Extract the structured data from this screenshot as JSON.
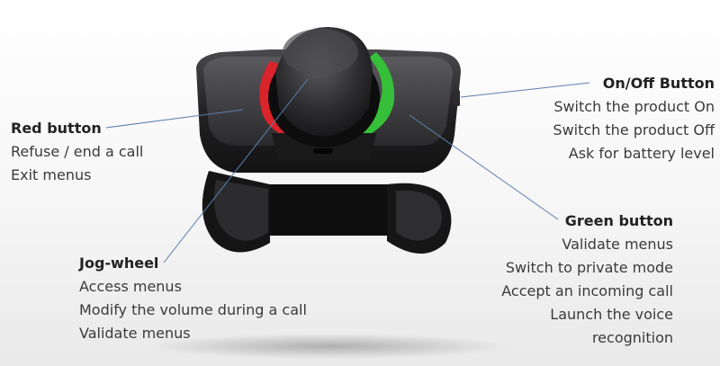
{
  "callouts": {
    "red_button": {
      "title": "Red button",
      "lines": [
        "Refuse / end a call",
        "Exit menus"
      ]
    },
    "onoff_button": {
      "title": "On/Off Button",
      "lines": [
        "Switch  the product On",
        "Switch the product Off",
        "Ask for battery level"
      ]
    },
    "green_button": {
      "title": "Green button",
      "lines": [
        "Validate menus",
        "Switch to private mode",
        "Accept an incoming call",
        "Launch the voice",
        "recognition"
      ]
    },
    "jog_wheel": {
      "title": "Jog-wheel",
      "lines": [
        "Access menus",
        "Modify the volume during a call",
        "Validate menus"
      ]
    }
  },
  "colors": {
    "red_arc": "#d8242a",
    "green_arc": "#36c03a",
    "device_body": "#1c1c1e",
    "leader_line": "#5b7fb0"
  }
}
